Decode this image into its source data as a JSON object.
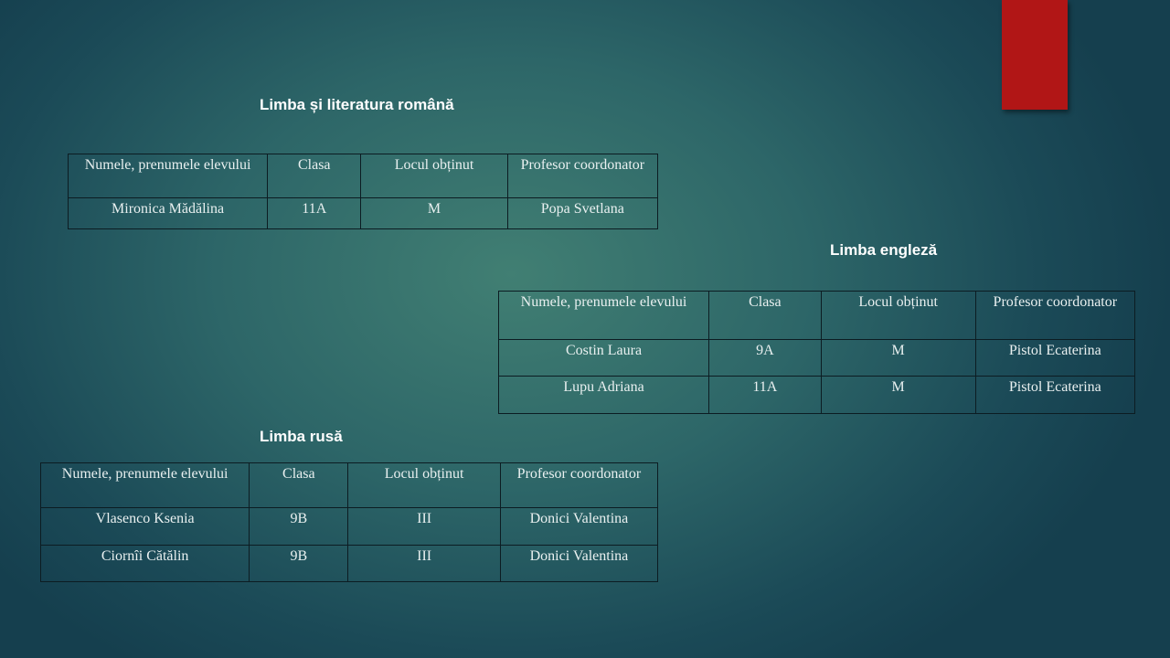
{
  "sections": [
    {
      "title": "Limba și literatura română",
      "headers": [
        "Numele, prenumele elevului",
        "Clasa",
        "Locul obținut",
        "Profesor coordonator"
      ],
      "rows": [
        [
          "Mironica Mădălina",
          "11A",
          "M",
          "Popa Svetlana"
        ]
      ]
    },
    {
      "title": "Limba engleză",
      "headers": [
        "Numele, prenumele elevului",
        "Clasa",
        "Locul obținut",
        "Profesor coordonator"
      ],
      "rows": [
        [
          "Costin Laura",
          "9A",
          "M",
          "Pistol Ecaterina"
        ],
        [
          "Lupu Adriana",
          "11A",
          "M",
          "Pistol Ecaterina"
        ]
      ]
    },
    {
      "title": "Limba rusă",
      "headers": [
        "Numele, prenumele elevului",
        "Clasa",
        "Locul obținut",
        "Profesor coordonator"
      ],
      "rows": [
        [
          "Vlasenco Ksenia",
          "9B",
          "III",
          "Donici Valentina"
        ],
        [
          "Ciornîi Cătălin",
          "9B",
          "III",
          "Donici Valentina"
        ]
      ]
    }
  ],
  "colors": {
    "accent": "#b11616"
  }
}
